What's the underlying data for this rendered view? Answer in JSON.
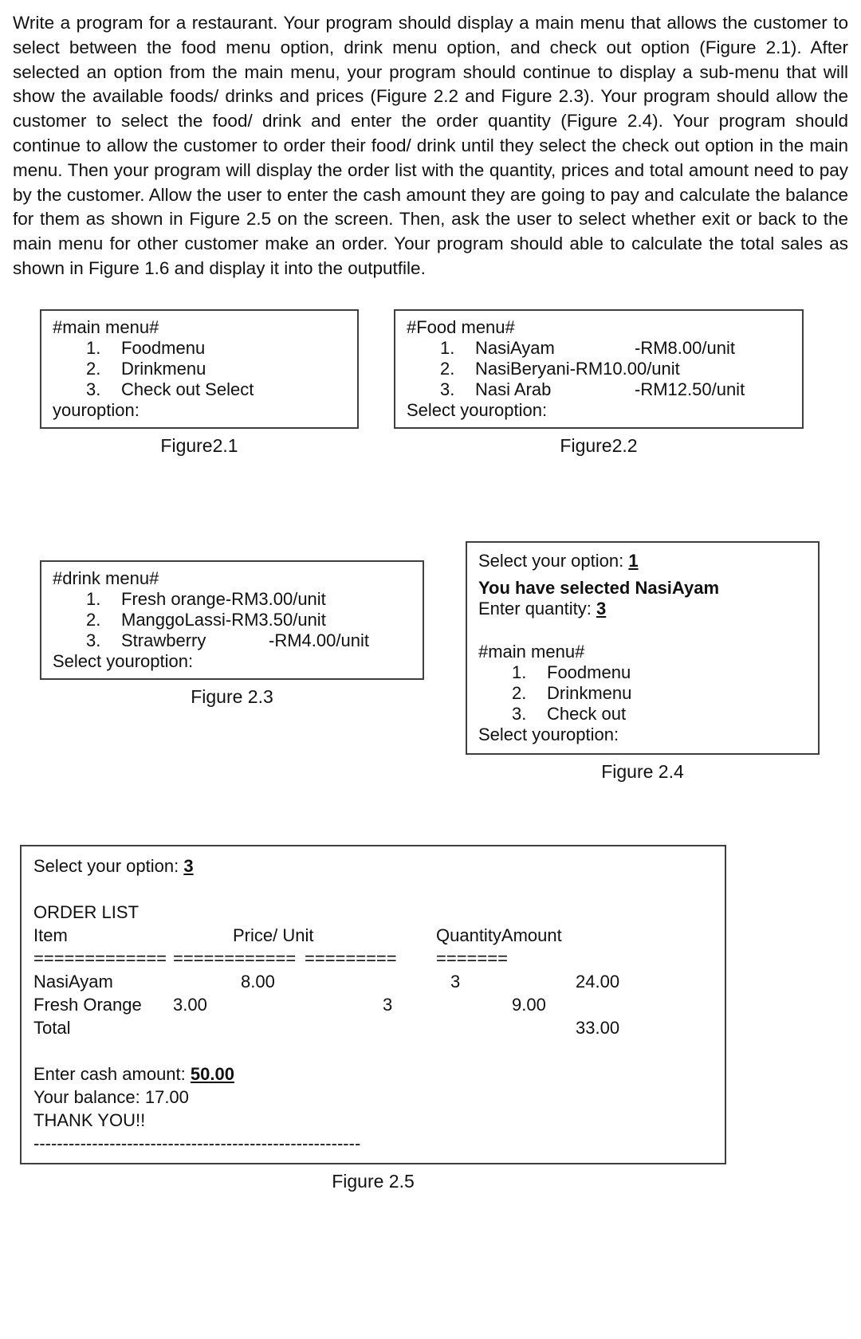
{
  "intro": "Write a program for a restaurant. Your program should display a main menu that allows the customer to select between the food menu option, drink menu option, and check out option (Figure 2.1). After selected an option from the main menu, your program should continue to display a sub-menu that will show the available foods/ drinks and prices (Figure 2.2 and Figure 2.3). Your program should allow the customer to select the food/ drink and enter the order quantity (Figure 2.4). Your program should continue to allow the customer to order their food/ drink until they select the check out option in the main menu. Then your program will display the order list with the quantity, prices and total amount need to pay by the customer. Allow the user to enter the cash amount they are going to pay and calculate the balance for them as shown in Figure 2.5 on the screen. Then, ask the user to select whether exit or back to the main menu for other customer make an order. Your program should able to calculate the total sales as shown in Figure 1.6 and display it into the outputfile.",
  "fig21": {
    "title": "#main menu#",
    "items": [
      {
        "num": "1.",
        "label": "Foodmenu"
      },
      {
        "num": "2.",
        "label": "Drinkmenu"
      },
      {
        "num": "3.",
        "label": "Check out Select"
      }
    ],
    "footer": "youroption:",
    "caption": "Figure2.1"
  },
  "fig22": {
    "title": "#Food menu#",
    "items": [
      {
        "num": "1.",
        "label": "NasiAyam",
        "price": "-RM8.00/unit"
      },
      {
        "num": "2.",
        "label": "NasiBeryani-RM10.00/unit",
        "price": ""
      },
      {
        "num": "3.",
        "label": "Nasi Arab",
        "price": "-RM12.50/unit"
      }
    ],
    "footer": "Select youroption:",
    "caption": "Figure2.2"
  },
  "fig23": {
    "title": "#drink menu#",
    "items": [
      {
        "num": "1.",
        "label": "Fresh orange-RM3.00/unit",
        "price": ""
      },
      {
        "num": "2.",
        "label": "ManggoLassi-RM3.50/unit",
        "price": ""
      },
      {
        "num": "3.",
        "label": "Strawberry",
        "price": "-RM4.00/unit"
      }
    ],
    "footer": "Select youroption:",
    "caption": "Figure 2.3"
  },
  "fig24": {
    "select_label": "Select your option: ",
    "select_value": "1",
    "selected_line": "You have selected NasiAyam",
    "quantity_label": "Enter quantity: ",
    "quantity_value": "3",
    "menu_title": "#main menu#",
    "items": [
      {
        "num": "1.",
        "label": "Foodmenu"
      },
      {
        "num": "2.",
        "label": "Drinkmenu"
      },
      {
        "num": "3.",
        "label": "Check out"
      }
    ],
    "footer": "Select youroption:",
    "caption": "Figure 2.4"
  },
  "fig25": {
    "select_label": "Select your option: ",
    "select_value": "3",
    "order_list_title": "ORDER LIST",
    "header": {
      "item": "Item",
      "price": "Price/ Unit",
      "qty_amount": "QuantityAmount"
    },
    "separator": {
      "c1": "=============",
      "c2": "============",
      "c3": "=========",
      "c4": "======="
    },
    "rows": [
      {
        "item": "NasiAyam",
        "price": "8.00",
        "qty": "3",
        "amount": "24.00"
      },
      {
        "item": "Fresh Orange",
        "price": "3.00",
        "qty": "3",
        "amount": "9.00"
      }
    ],
    "total_label": "Total",
    "total_value": "33.00",
    "cash_label": "Enter cash amount: ",
    "cash_value": "50.00",
    "balance_line": "Your balance: 17.00",
    "thanks_line": "THANK YOU!!",
    "dashes": "--------------------------------------------------------",
    "caption": "Figure 2.5"
  }
}
